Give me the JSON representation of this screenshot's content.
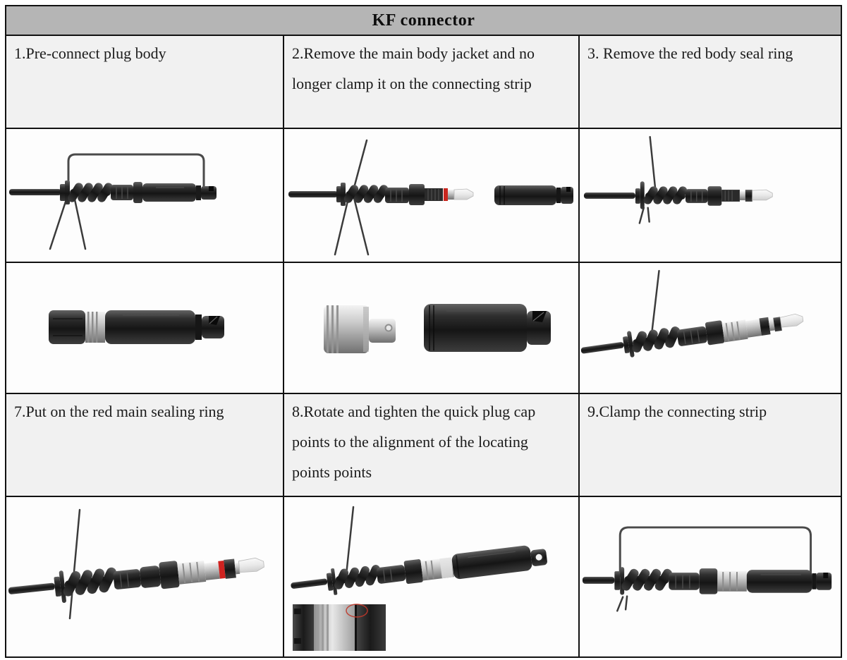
{
  "table": {
    "title": "KF connector",
    "row1_captions": [
      "1.Pre-connect plug body",
      "2.Remove the main body jacket and no longer clamp it on the connecting strip",
      "3. Remove the red body seal ring"
    ],
    "row2_captions": [
      "7.Put on the red main sealing ring",
      "8.Rotate and tighten the quick plug cap points to the alignment of the locating points points",
      "9.Clamp the connecting strip"
    ]
  },
  "figures": {
    "step1": "plug body pre-connected on cable with connecting strip handle",
    "step2": "main body jacket separated from connector, red seal ring visible",
    "step3": "connector on cable with red body seal ring removed",
    "step4": "assembled plug body with hex cap and silver collar",
    "step5": "silver quick plug cap beside black main body jacket",
    "step6": "connector with silver coupling and clear tip exposed",
    "step7": "red main sealing ring fitted near connector tip",
    "step8": "tightened quick plug cap with alignment points circled in inset",
    "step9": "finished connector with connecting strip clamped over body"
  },
  "colors": {
    "header_bg": "#b5b5b5",
    "caption_bg": "#f1f1f1",
    "image_bg": "#fdfdfd",
    "border": "#111111",
    "accent_red": "#c9271f"
  }
}
